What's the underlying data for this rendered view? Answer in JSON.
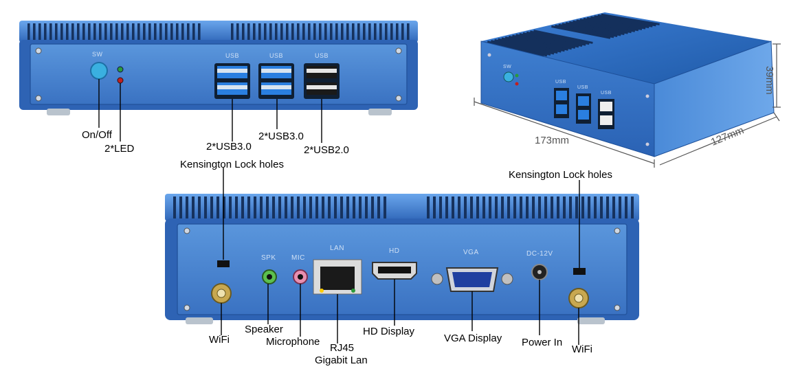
{
  "front_view": {
    "panel_labels": {
      "sw": "SW",
      "usb_1": "USB",
      "usb_2": "USB",
      "usb_3": "USB"
    },
    "callouts": {
      "on_off": "On/Off",
      "led": "2*LED",
      "usb3_a": "2*USB3.0",
      "usb3_b": "2*USB3.0",
      "usb2": "2*USB2.0"
    }
  },
  "iso_view": {
    "panel_labels": {
      "sw": "SW",
      "usb_1": "USB",
      "usb_2": "USB",
      "usb_3": "USB"
    },
    "dimensions": {
      "width": "173mm",
      "depth": "127mm",
      "height": "39mm"
    }
  },
  "rear_view": {
    "panel_labels": {
      "spk": "SPK",
      "mic": "MIC",
      "lan": "LAN",
      "hd": "HD",
      "vga": "VGA",
      "dc": "DC-12V"
    },
    "callouts": {
      "kensington_left": "Kensington Lock holes",
      "kensington_right": "Kensington Lock holes",
      "wifi_left": "WiFi",
      "speaker": "Speaker",
      "microphone": "Microphone",
      "rj45": "RJ45",
      "gigabit": "Gigabit Lan",
      "hd_display": "HD Display",
      "vga_display": "VGA Display",
      "power_in": "Power In",
      "wifi_right": "WiFi"
    }
  },
  "colors": {
    "chassis_blue": "#3f7fd0",
    "chassis_dark": "#1d4f98",
    "usb3_blue": "#2a7fe0",
    "led_green": "#2a9a3a",
    "led_red": "#c02020",
    "power_button": "#3ab0e0"
  }
}
